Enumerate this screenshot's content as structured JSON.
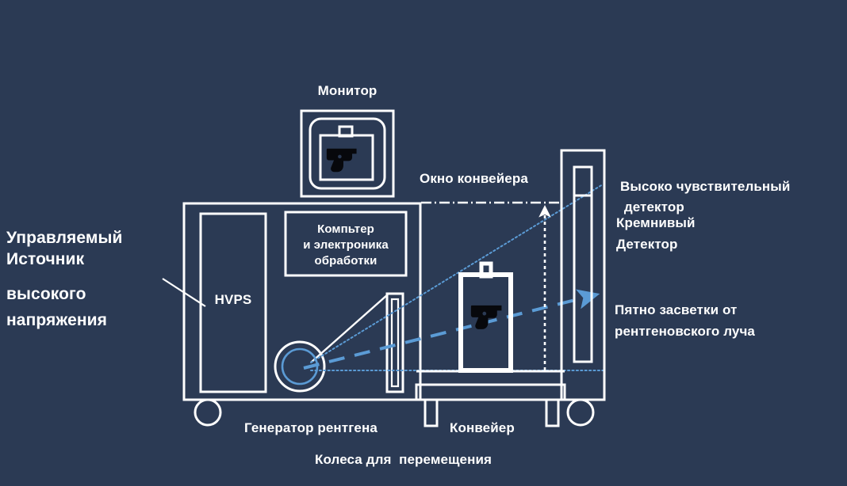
{
  "diagram": {
    "title": "Рентгеновский интроскоп - схема устройства",
    "background_color": "#2b3a54",
    "line_color": "#ffffff",
    "beam_color": "#5b9bd5",
    "object_color": "#000000"
  },
  "labels": {
    "monitor": "Монитор",
    "conveyor_window": "Окно конвейера",
    "hv_source_line1": "Управляемый",
    "hv_source_line2": "Источник",
    "hv_source_line3": "высокого",
    "hv_source_line4": "напряжения",
    "hvps": "HVPS",
    "computer_line1": "Компьтер",
    "computer_line2": "и электроника",
    "computer_line3": "обработки",
    "detector_line1": "Высоко чувствительный",
    "detector_line2": " детектор",
    "silicon_line1": "Кремнивый",
    "silicon_line2": "Детектор",
    "spot_line1": "Пятно засветки от",
    "spot_line2": "рентгеновского луча",
    "generator": "Генератор рентгена",
    "conveyor": "Конвейер",
    "wheels": "Колеса для  перемещения"
  },
  "icons": {
    "monitor_screen": "pistol-icon",
    "baggage_item": "pistol-icon",
    "xray_source": "xray-source-circle",
    "beam_arrow": "arrow-right-icon",
    "window_arrow": "arrow-up-icon"
  }
}
